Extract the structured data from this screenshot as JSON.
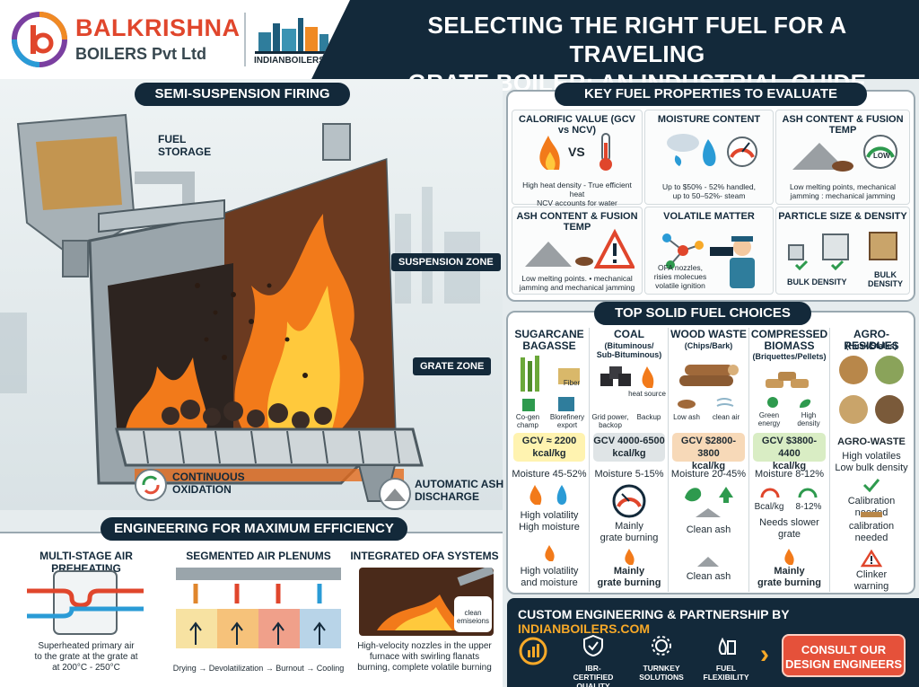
{
  "header": {
    "brand_line1": "BALKRISHNA",
    "brand_line2": "BOILERS Pvt Ltd",
    "site_small": "INDIANBOILERS.COM",
    "title_line1": "SELECTING THE RIGHT FUEL FOR A TRAVELING",
    "title_line2": "GRATE BOILER: AN INDUSTRIAL GUIDE"
  },
  "firing": {
    "heading": "SEMI-SUSPENSION FIRING",
    "fuel_storage": "FUEL\nSTORAGE",
    "suspension_zone": "SUSPENSION ZONE",
    "grate_zone": "GRATE ZONE",
    "continuous_oxidation": "CONTINUOUS\nOXIDATION",
    "automatic_ash": "AUTOMATIC ASH\nDISCHARGE"
  },
  "properties": {
    "heading": "KEY FUEL PROPERTIES TO EVALUATE",
    "cells": [
      {
        "title": "CALORIFIC VALUE (GCV vs NCV)",
        "vs": "VS",
        "text": "High heat density - True efficient heat\nNCV accounts for water vaporization"
      },
      {
        "title": "MOISTURE CONTENT",
        "text": "Up to $50% - 52% handled,\nup to 50–52%- steam"
      },
      {
        "title": "ASH CONTENT & FUSION TEMP",
        "gauge": "LOW",
        "text": "Low melting points, mechanical\njamming : mechanical jamming"
      },
      {
        "title": "ASH CONTENT & FUSION TEMP",
        "text": "Low melting points. • mechanical\njamming and mechanical jamming"
      },
      {
        "title": "VOLATILE MATTER",
        "text": "OFA nozzles,\nrisies molecues\nvolatile ignition"
      },
      {
        "title": "PARTICLE SIZE & DENSITY",
        "label_a": "BULK DENSITY",
        "label_b": "BULK\nDENSITY"
      }
    ]
  },
  "fuels": {
    "heading": "TOP SOLID FUEL CHOICES",
    "columns": [
      {
        "name": "SUGARCANE\nBAGASSE",
        "sub": "",
        "icons": [
          "Fiber",
          "Co-gen\nchamp",
          "Blorefinery\nexport"
        ],
        "gcv": "GCV ≈ 2200\nkcal/kg",
        "moisture": "Moisture 45-52%",
        "note1": "High volatility\nHigh moisture",
        "note2": "High volatility\nand moisture"
      },
      {
        "name": "COAL",
        "sub": "(Bituminous/\nSub-Bituminous)",
        "icons": [
          "heat source",
          "Grid power,\nbackop",
          "Backup"
        ],
        "gcv": "GCV 4000-6500\nkcal/kg",
        "moisture": "Moisture 5-15%",
        "note1": "Mainly\ngrate burning",
        "note2": "Mainly\ngrate burning"
      },
      {
        "name": "WOOD WASTE",
        "sub": "(Chips/Bark)",
        "icons": [
          "Low ash",
          "clean air"
        ],
        "gcv": "GCV $2800-3800\nkcal/kg",
        "moisture": "Moisture 20-45%",
        "note1": "Clean ash",
        "note2": "Clean ash"
      },
      {
        "name": "COMPRESSED\nBIOMASS",
        "sub": "(Briquettes/Pellets)",
        "icons": [
          "Green\nenergy",
          "High\ndensity",
          "Bcal/kg",
          "8-12%"
        ],
        "gcv": "GCV $3800-4400\nkcal/kg",
        "moisture": "Moisture 8-12%",
        "note1": "Needs slower\ngrate",
        "note2": "Mainly\ngrate burning"
      },
      {
        "name": "AGRO-RESIDUES",
        "sub": "(Husk/Stalks)",
        "icons": [],
        "gcv": "AGRO-WASTE",
        "moisture": "High volatiles\nLow bulk density",
        "note1": "Calibration needed",
        "note_small": "calibration\nneeded",
        "note2": "Clinker\nwarning"
      }
    ]
  },
  "engineering": {
    "heading": "ENGINEERING FOR MAXIMUM EFFICIENCY",
    "blocks": [
      {
        "title": "MULTI-STAGE AIR PREHEATING",
        "text": "Superheated primary air\nto the grate at the grate at\nat 200°C - 250°C"
      },
      {
        "title": "SEGMENTED AIR PLENUMS",
        "text": "Drying → Devolatilization → Burnout → Cooling"
      },
      {
        "title": "INTEGRATED OFA SYSTEMS",
        "badge": "clean\nemiseions",
        "text": "High-velocity nozzles in the upper\nfurnace with swirling flanats\nburning, complete volatile burning"
      }
    ]
  },
  "banner": {
    "title_prefix": "CUSTOM ENGINEERING & PARTNERSHIP BY ",
    "title_site": "INDIANBOILERS.COM",
    "badges": [
      "IBR-CERTIFIED\nQUALITY",
      "TURNKEY\nSOLUTIONS",
      "FUEL\nFLEXIBILITY"
    ],
    "cta": "CONSULT OUR\nDESIGN ENGINEERS"
  },
  "colors": {
    "navy": "#13293a",
    "accent_orange": "#e5513a",
    "gold": "#f7a928",
    "brand_red": "#e0462c"
  }
}
